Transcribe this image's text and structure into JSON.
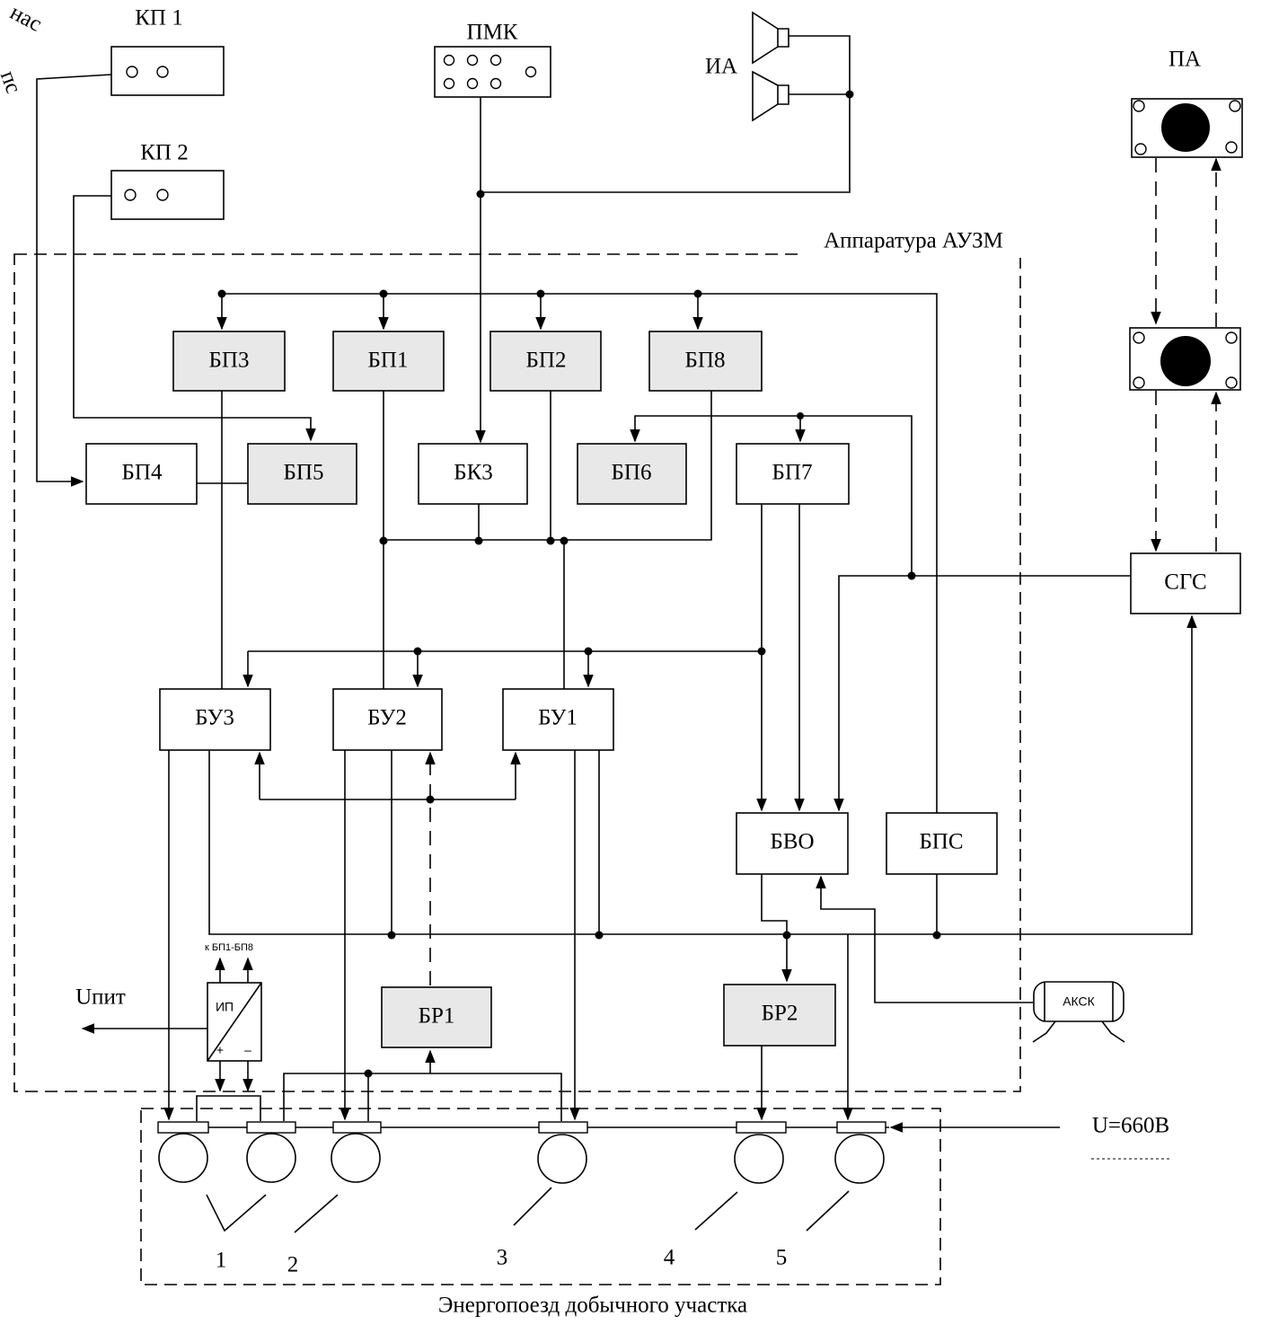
{
  "boxes": {
    "kp1": "КП 1",
    "kp2": "КП 2",
    "pmk": "ПМК",
    "ia": "ИА",
    "pa": "ПА",
    "bp1": "БП1",
    "bp2": "БП2",
    "bp3": "БП3",
    "bp4": "БП4",
    "bp5": "БП5",
    "bp6": "БП6",
    "bp7": "БП7",
    "bp8": "БП8",
    "bk3": "БК3",
    "bu1": "БУ1",
    "bu2": "БУ2",
    "bu3": "БУ3",
    "bvo": "БВО",
    "bps": "БПС",
    "sgs": "СГС",
    "br1": "БР1",
    "br2": "БР2",
    "aksk": "АКСК",
    "ip": "ИП"
  },
  "labels": {
    "auzm": "Аппаратура АУЗМ",
    "energopoezd": "Энергопоезд добычного участка",
    "upit": "Uпит",
    "u660": "U=660В",
    "to_bp": "к БП1-БП8",
    "plus": "+",
    "minus": "–",
    "n1": "1",
    "n2": "2",
    "n3": "3",
    "n4": "4",
    "n5": "5",
    "corner_top": "нас",
    "corner_bottom": "пс"
  }
}
